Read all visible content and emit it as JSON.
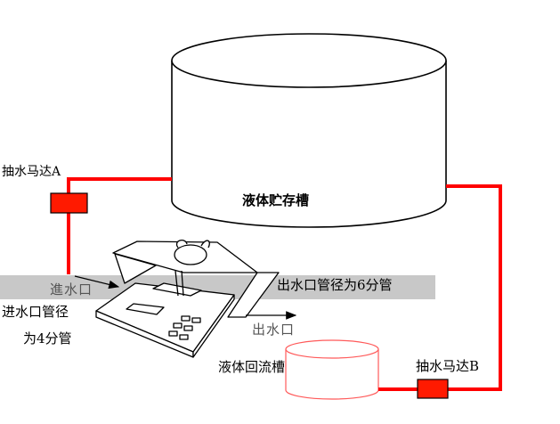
{
  "labels": {
    "pump_a": "抽水马达A",
    "pump_b": "抽水马达B",
    "storage_tank": "液体贮存槽",
    "return_tank": "液体回流槽",
    "inlet_device": "進水口",
    "outlet_device": "出水口",
    "inlet_spec_line1": "进水口管径",
    "inlet_spec_line2": "为4分管",
    "outlet_spec": "出水口管径为6分管"
  },
  "colors": {
    "pipe": "#ff0000",
    "pump_fill": "#ff1a00",
    "outline": "#000000",
    "return_tank_outline": "#ff5a5a",
    "banner": "#c8c8c8"
  },
  "icons": [
    "arrow-right-icon"
  ]
}
